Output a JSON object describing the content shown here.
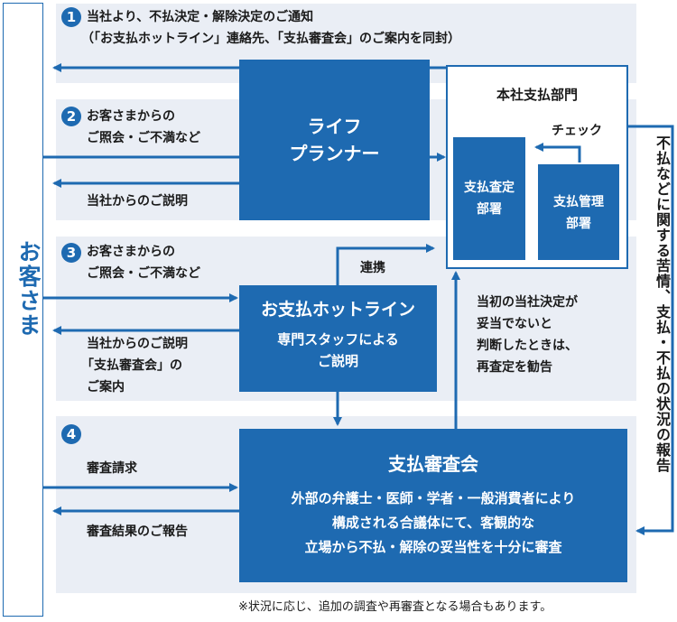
{
  "customer": {
    "label": "お客さま"
  },
  "step1": {
    "num": "1",
    "line1": "当社より、不払決定・解除決定のご通知",
    "line2": "（「お支払ホットライン」連絡先、「支払審査会」のご案内を同封）"
  },
  "step2": {
    "num": "2",
    "inquiry1": "お客さまからの",
    "inquiry2": "ご照会・ご不満など",
    "reply": "当社からのご説明"
  },
  "step3": {
    "num": "3",
    "inquiry1": "お客さまからの",
    "inquiry2": "ご照会・ご不満など",
    "reply1": "当社からのご説明",
    "reply2": "「支払審査会」の",
    "reply3": "ご案内"
  },
  "step4": {
    "num": "4",
    "request": "審査請求",
    "result": "審査結果のご報告"
  },
  "planner": {
    "line1": "ライフ",
    "line2": "プランナー"
  },
  "hq": {
    "title": "本社支払部門",
    "check": "チェック",
    "assess1": "支払査定",
    "assess2": "部署",
    "mgmt1": "支払管理",
    "mgmt2": "部署"
  },
  "hotline": {
    "title": "お支払ホットライン",
    "line1": "専門スタッフによる",
    "line2": "ご説明"
  },
  "cooperation": "連携",
  "recommend": {
    "line1": "当初の当社決定が",
    "line2": "妥当でないと",
    "line3": "判断したときは、",
    "line4": "再査定を勧告"
  },
  "board": {
    "title": "支払審査会",
    "line1": "外部の弁護士・医師・学者・一般消費者により",
    "line2": "構成される合議体にて、客観的な",
    "line3": "立場から不払・解除の妥当性を十分に審査"
  },
  "side_report": "不払などに関する苦情、支払・不払の状況の報告",
  "footnote": "※状況に応じ、追加の調査や再審査となる場合もあります。",
  "colors": {
    "primary": "#1e6ab1",
    "band": "#eaeef5",
    "text": "#1a1a1a"
  }
}
